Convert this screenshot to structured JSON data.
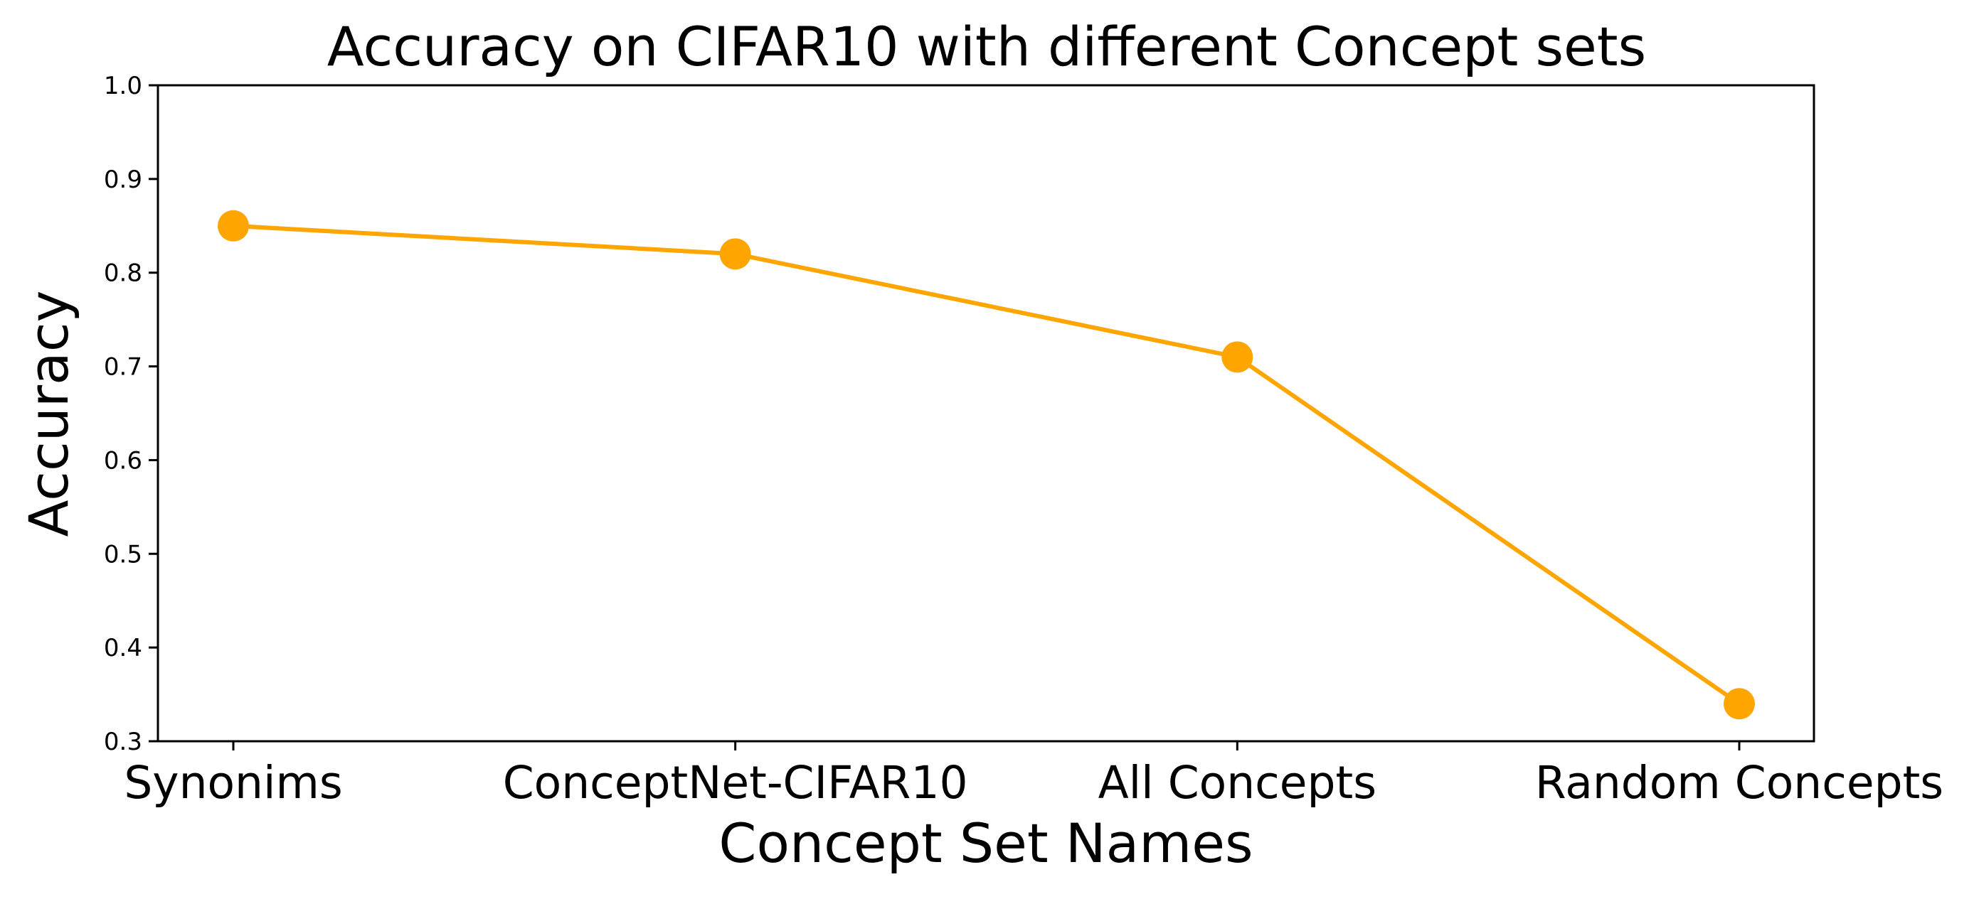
{
  "chart_data": {
    "type": "line",
    "title": "Accuracy on CIFAR10 with different Concept sets",
    "xlabel": "Concept Set Names",
    "ylabel": "Accuracy",
    "categories": [
      "Synonims",
      "ConceptNet-CIFAR10",
      "All Concepts",
      "Random Concepts"
    ],
    "series": [
      {
        "values": [
          0.85,
          0.82,
          0.71,
          0.34
        ],
        "color": "#FFA500",
        "marker": "circle"
      }
    ],
    "ylim": [
      0.3,
      1.0
    ],
    "yticks": [
      "0.3",
      "0.4",
      "0.5",
      "0.6",
      "0.7",
      "0.8",
      "0.9",
      "1.0"
    ],
    "grid": false,
    "axis_color": "#000000"
  }
}
